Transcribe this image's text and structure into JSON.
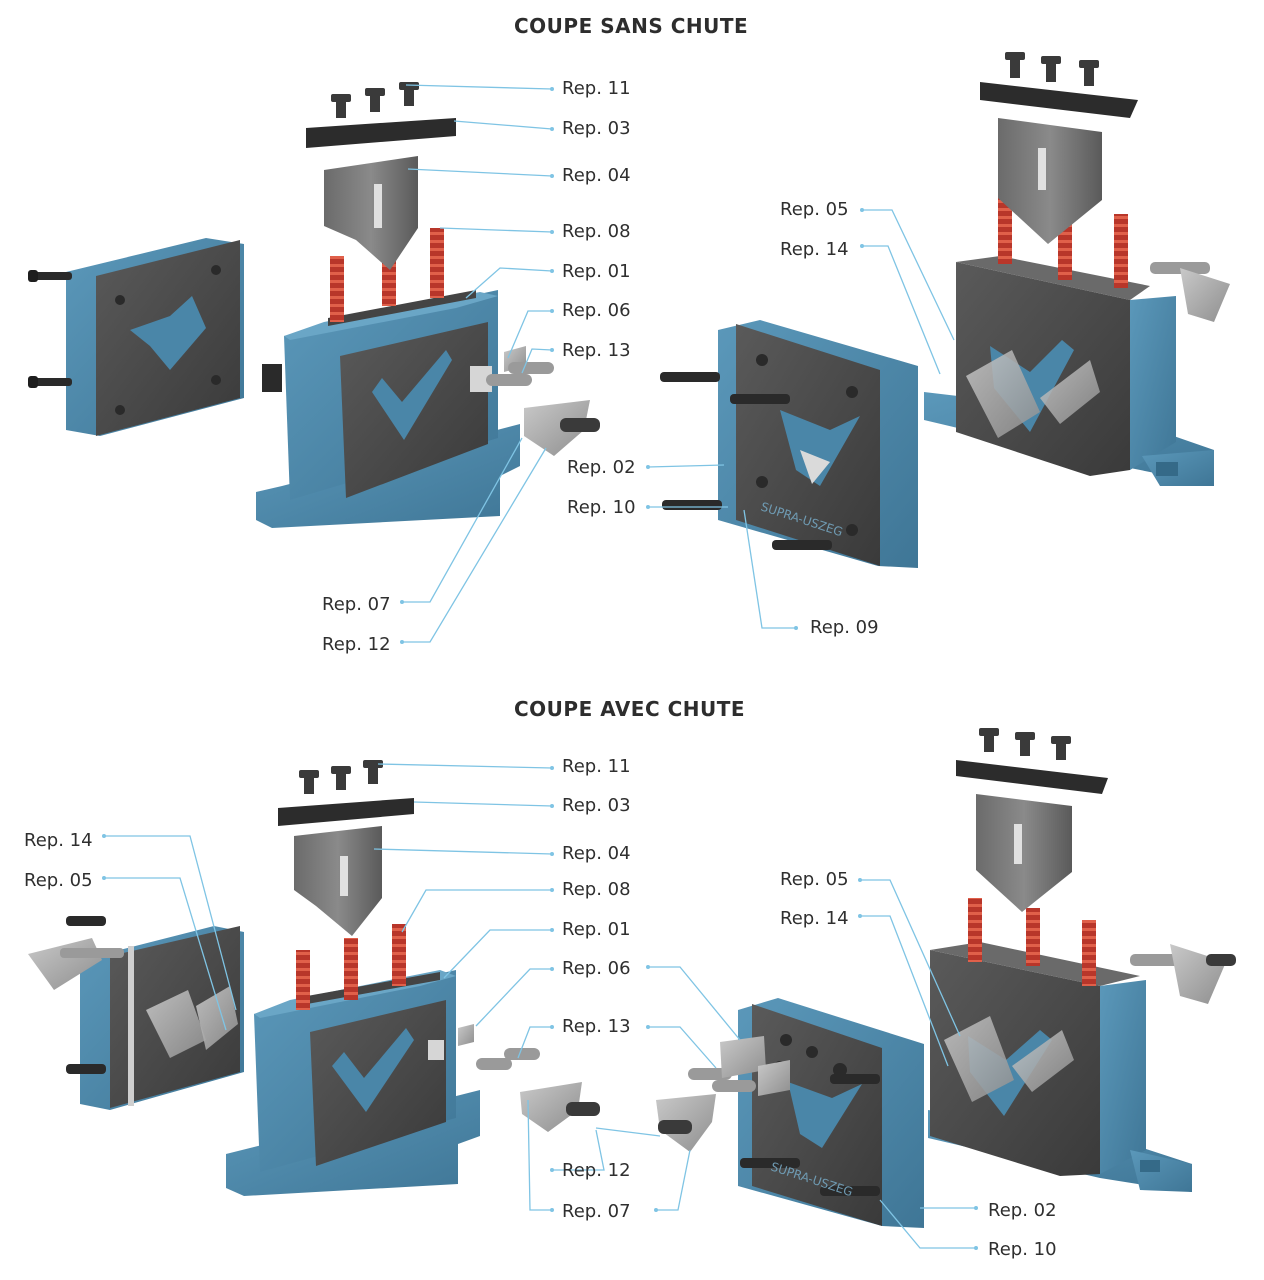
{
  "sections": [
    {
      "title": "COUPE SANS CHUTE",
      "labels": [
        "Rep. 11",
        "Rep. 03",
        "Rep. 04",
        "Rep. 08",
        "Rep. 01",
        "Rep. 06",
        "Rep. 13",
        "Rep. 02",
        "Rep. 10",
        "Rep. 07",
        "Rep. 12",
        "Rep. 05",
        "Rep. 14",
        "Rep. 09"
      ]
    },
    {
      "title": "COUPE AVEC CHUTE",
      "labels": [
        "Rep. 11",
        "Rep. 03",
        "Rep. 04",
        "Rep. 08",
        "Rep. 01",
        "Rep. 06",
        "Rep. 13",
        "Rep. 12",
        "Rep. 07",
        "Rep. 14",
        "Rep. 05",
        "Rep. 05",
        "Rep. 14",
        "Rep. 02",
        "Rep. 10"
      ]
    }
  ],
  "colors": {
    "casting_blue": "#4a86a8",
    "plate_dark": "#4a4a4a",
    "spring_red": "#c8402e",
    "leader_line": "#7fc4e4",
    "text": "#2f2f2f"
  }
}
